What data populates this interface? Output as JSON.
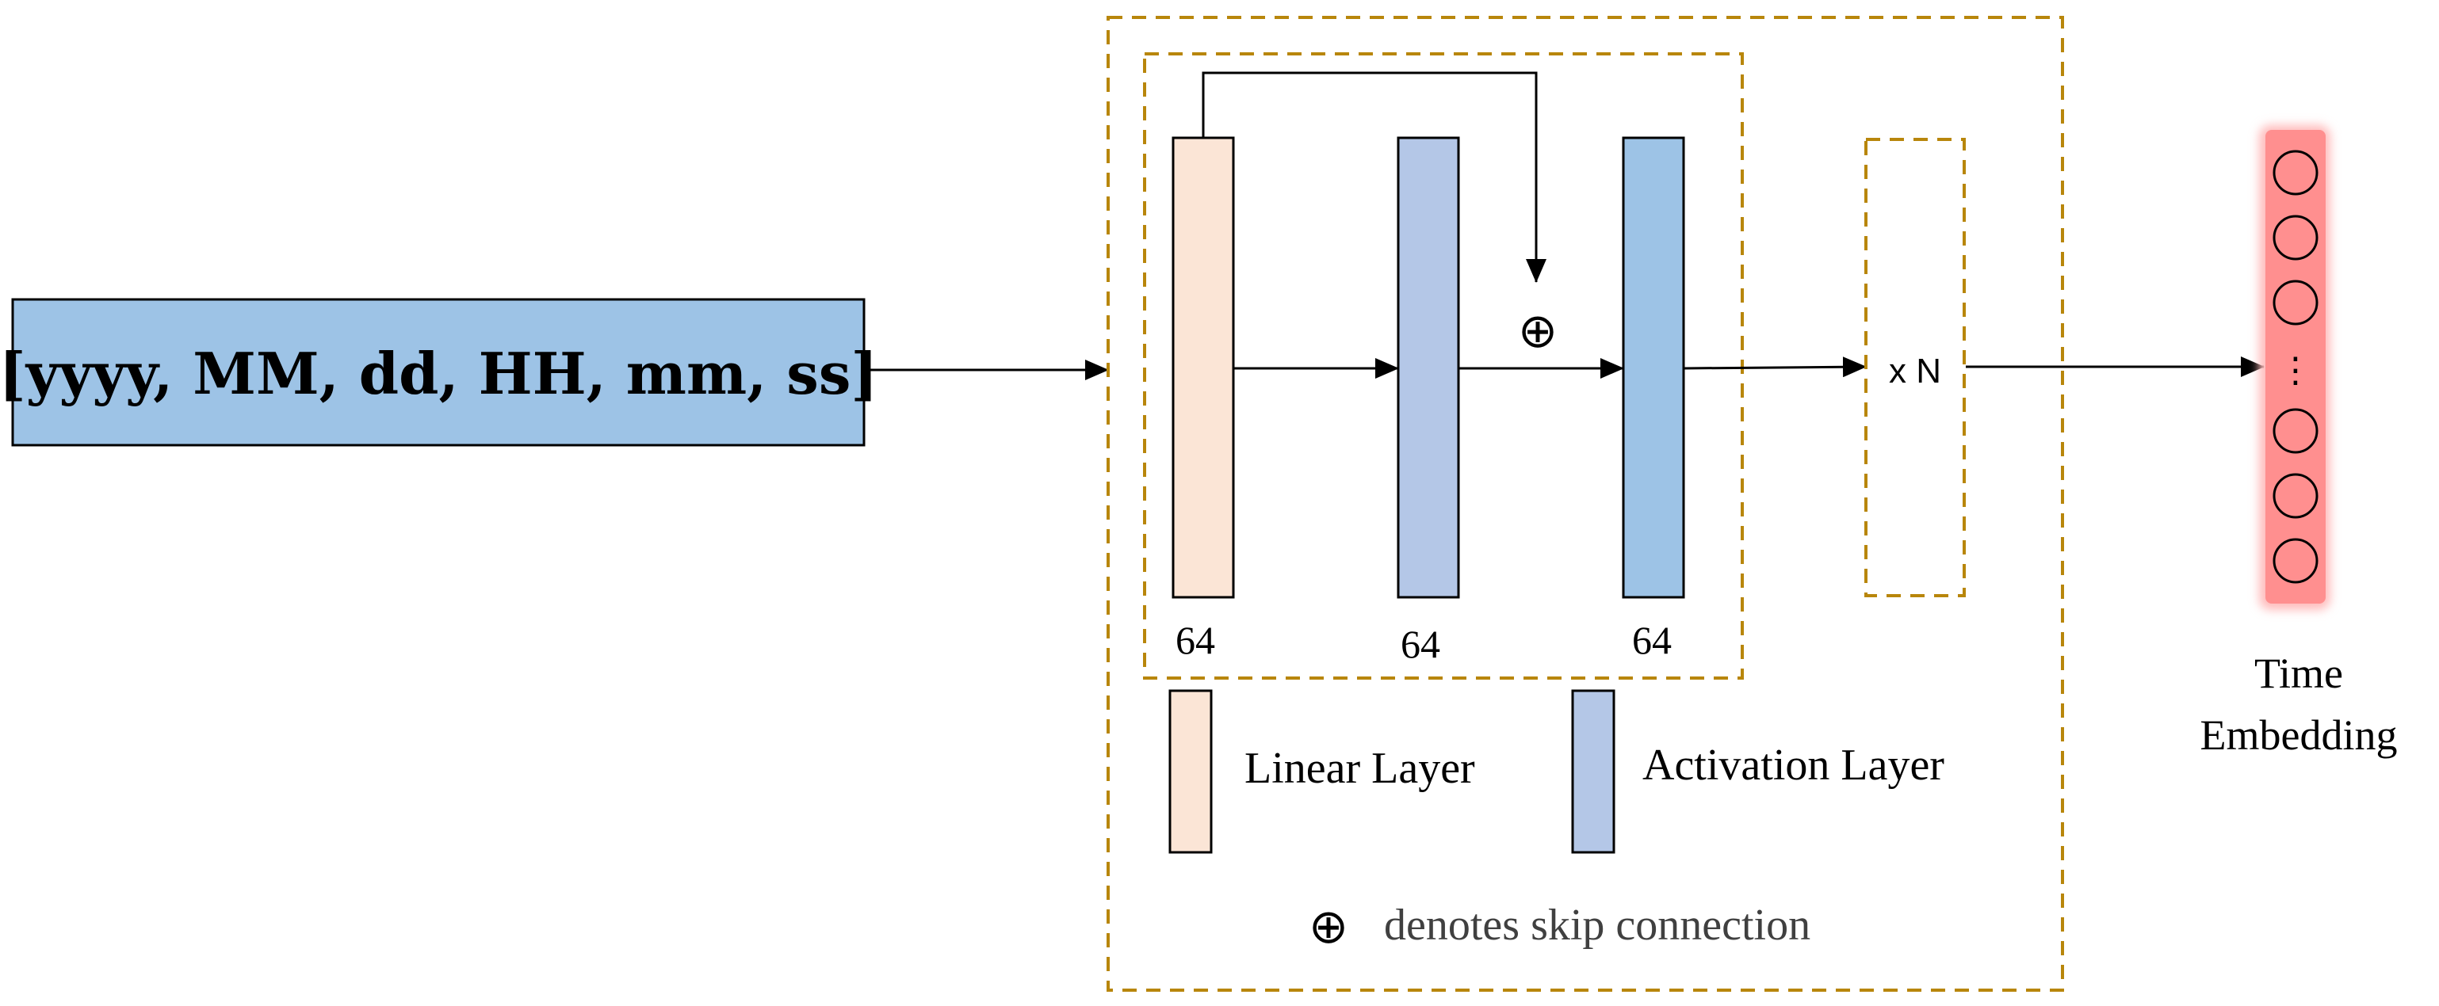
{
  "input": {
    "label": "[yyyy, MM, dd, HH, mm, ss]"
  },
  "block": {
    "layers": [
      {
        "kind": "linear",
        "size": "64"
      },
      {
        "kind": "activation",
        "size": "64"
      },
      {
        "kind": "activation",
        "size": "64"
      }
    ],
    "skip_symbol": "⊕",
    "repeat_label": "x N"
  },
  "legend": {
    "linear": "Linear Layer",
    "activation": "Activation Layer",
    "skip_symbol": "⊕",
    "skip": "denotes skip connection"
  },
  "output": {
    "label_line1": "Time",
    "label_line2": "Embedding",
    "ellipsis": "⋮"
  },
  "colors": {
    "input_fill": "#9dc3e6",
    "linear_fill": "#fbe5d6",
    "activation_fill": "#b4c7e7",
    "activation2_fill": "#9dc3e6",
    "dash": "#b8860b",
    "output_fill": "#ff8f8f",
    "output_glow": "#ffbcbc"
  }
}
